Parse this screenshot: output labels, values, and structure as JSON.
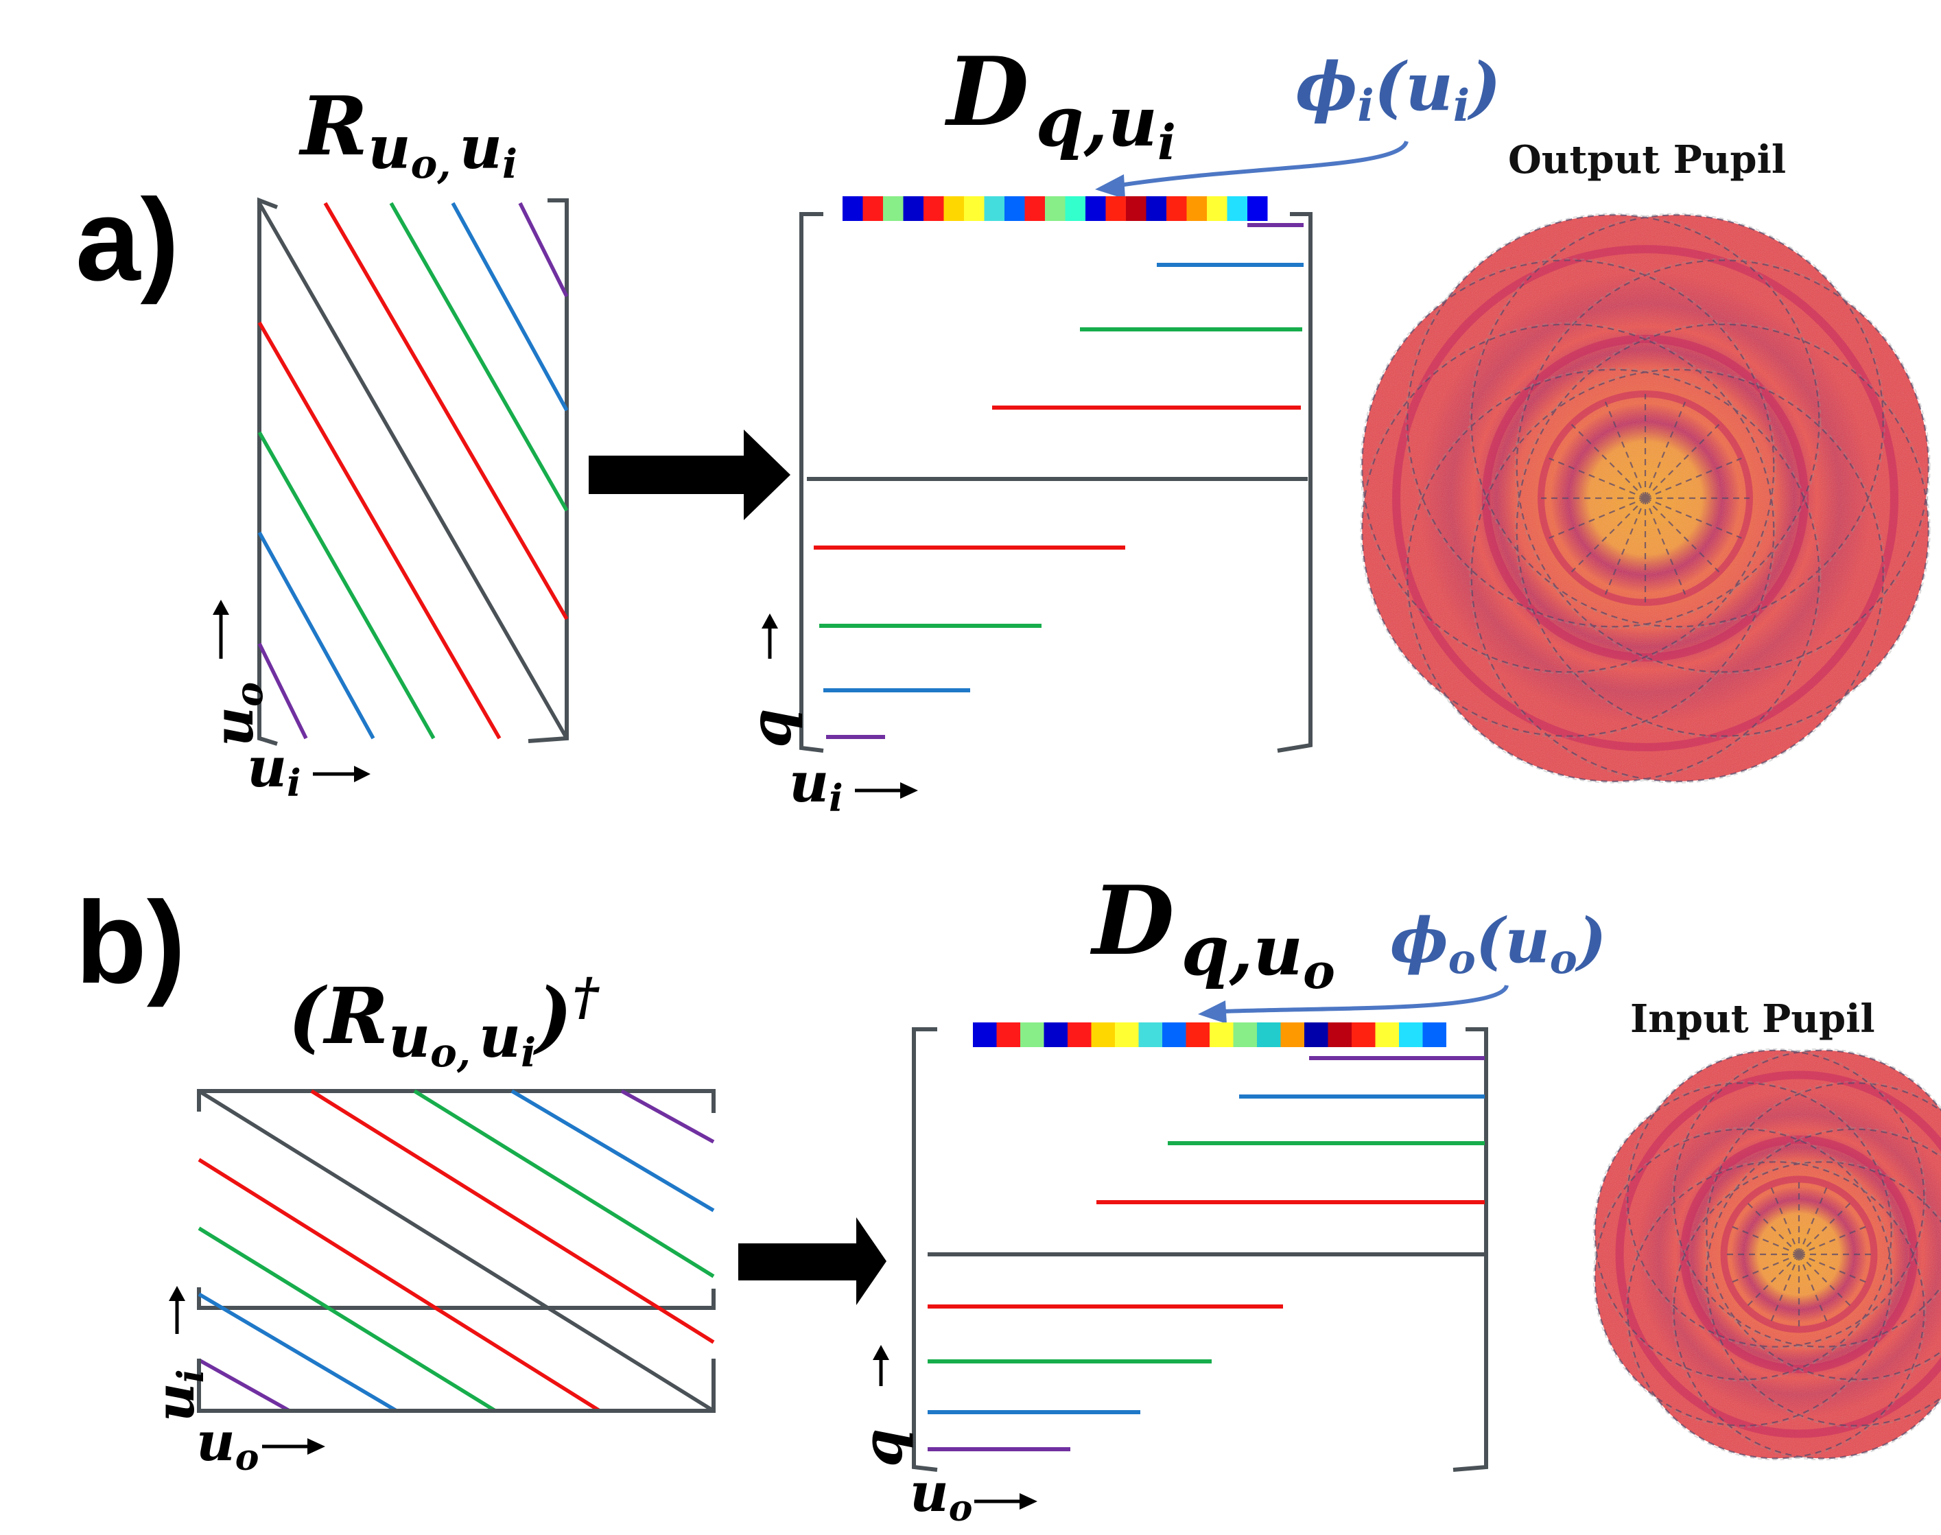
{
  "panels": {
    "a": {
      "label": "a)",
      "matrix_main": "R",
      "matrix_sub_o": "u",
      "matrix_sub_o_idx": "o,",
      "matrix_sub_i": "u",
      "matrix_sub_i_idx": "i",
      "result_main": "D",
      "result_sub": "q,u",
      "result_sub_idx": "i",
      "phase_main": "ϕ",
      "phase_idx": "i",
      "phase_arg_open": "(u",
      "phase_arg_idx": "i",
      "phase_arg_close": ")",
      "pupil_label": "Output Pupil",
      "axis_left_v": "u",
      "axis_left_v_idx": "o",
      "axis_left_h": "u",
      "axis_left_h_idx": "i",
      "axis_right_v": "q",
      "axis_right_h": "u",
      "axis_right_h_idx": "i"
    },
    "b": {
      "label": "b)",
      "matrix_open": "(",
      "matrix_main": "R",
      "matrix_sub_o": "u",
      "matrix_sub_o_idx": "o,",
      "matrix_sub_i": "u",
      "matrix_sub_i_idx": "i",
      "matrix_close": ")",
      "dagger": "†",
      "result_main": "D",
      "result_sub": "q,u",
      "result_sub_idx": "o",
      "phase_main": "ϕ",
      "phase_idx": "o",
      "phase_arg_open": "(u",
      "phase_arg_idx": "o",
      "phase_arg_close": ")",
      "pupil_label": "Input Pupil",
      "axis_left_v": "u",
      "axis_left_v_idx": "i",
      "axis_left_h": "u",
      "axis_left_h_idx": "o",
      "axis_right_v": "q",
      "axis_right_h": "u",
      "axis_right_h_idx": "o"
    }
  },
  "colors": {
    "gray": "#4a5257",
    "red": "#ee1111",
    "green": "#17ad4c",
    "blue": "#1f78c8",
    "purple": "#7030a0",
    "phase_text": "#3a5fa8",
    "arrow": "#000000",
    "pupil_outer": "#e5484f",
    "pupil_mid": "#f06a3c",
    "pupil_center": "#f5a623",
    "pupil_ring": "#c42a63"
  },
  "phase_bar_a": [
    "#0000dd",
    "#ff1a1a",
    "#88ee88",
    "#0000cc",
    "#ff1a1a",
    "#ffd700",
    "#ffff33",
    "#44dddd",
    "#0066ff",
    "#ff1a1a",
    "#88ee88",
    "#33ffcc",
    "#0000dd",
    "#ff2211",
    "#bb0011",
    "#0000cc",
    "#ff2211",
    "#ff9900",
    "#ffff33",
    "#22e0ff",
    "#0000ee"
  ],
  "phase_bar_b": [
    "#0000dd",
    "#ff1a1a",
    "#88ee88",
    "#0000cc",
    "#ff1a1a",
    "#ffd700",
    "#ffff33",
    "#44dddd",
    "#0066ff",
    "#ff2211",
    "#ffff33",
    "#88ee88",
    "#22cccc",
    "#ff9900",
    "#0000aa",
    "#bb0011",
    "#ff2211",
    "#ffff33",
    "#22e0ff",
    "#0066ff"
  ]
}
